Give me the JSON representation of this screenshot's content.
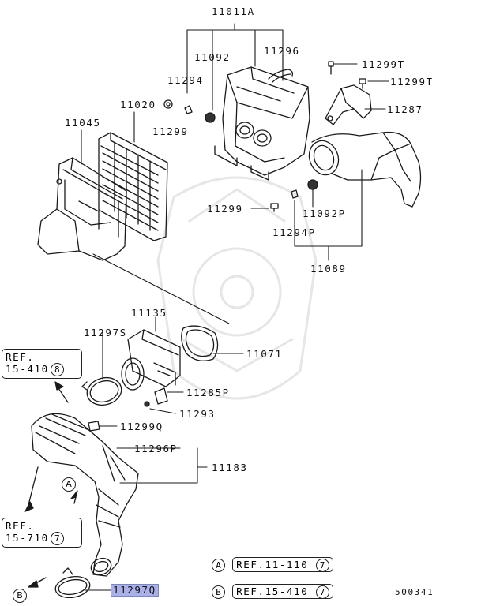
{
  "part_labels": {
    "p11011A": "11011A",
    "p11092": "11092",
    "p11296": "11296",
    "p11299T_1": "11299T",
    "p11299T_2": "11299T",
    "p11294": "11294",
    "p11020": "11020",
    "p11287": "11287",
    "p11045": "11045",
    "p11299": "11299",
    "p11299_b": "11299",
    "p11092P": "11092P",
    "p11294P": "11294P",
    "p11089": "11089",
    "p11135": "11135",
    "p11297S": "11297S",
    "p11071": "11071",
    "p11285P": "11285P",
    "p11293": "11293",
    "p11299Q": "11299Q",
    "p11296P": "11296P",
    "p11183": "11183",
    "p11297Q": "11297Q"
  },
  "refs": {
    "ref1_text": "REF.\n15-410",
    "ref1_line1": "REF.",
    "ref1_line2": "15-410",
    "ref1_num": "8",
    "ref2_line1": "REF.",
    "ref2_line2": "15-710",
    "ref2_num": "7"
  },
  "markers": {
    "a": "A",
    "b": "B"
  },
  "legend": {
    "a_letter": "A",
    "a_ref": "REF.11-110",
    "a_num": "7",
    "b_letter": "B",
    "b_ref": "REF.15-410",
    "b_num": "7"
  },
  "diagram_code": "500341"
}
